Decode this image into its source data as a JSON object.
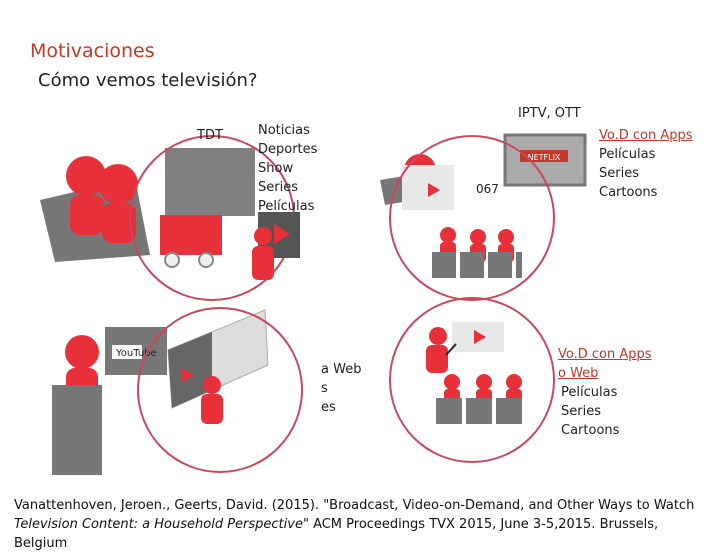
{
  "slide": {
    "title": "Motivaciones",
    "subtitle": "Cómo vemos televisión?"
  },
  "panels": {
    "tdt": {
      "label": "TDT",
      "items": [
        "Noticias",
        "Deportes",
        "Show",
        "Series",
        "Películas"
      ]
    },
    "iptv": {
      "label": "IPTV, OTT",
      "channel_number": "067",
      "brand": "NETFLIX",
      "vod_heading": "Vo.D con Apps",
      "items": [
        "Películas",
        "Series",
        "Cartoons"
      ]
    },
    "web": {
      "heading": "a Web",
      "items": [
        "s",
        "es"
      ],
      "brand": "YouTube"
    },
    "vod_web": {
      "heading_line1": "Vo.D con Apps",
      "heading_line2": "o Web",
      "items": [
        "Películas",
        "Series",
        "Cartoons"
      ]
    }
  },
  "citation": {
    "line1": "Vanattenhoven, Jeroen., Geerts, David. (2015). \"Broadcast, Video-on-Demand, and Other Ways to Watch",
    "line2_italic": "Television Content: a Household Perspective\"",
    "line2_rest": " ACM Proceedings TVX 2015, June 3-5,2015. Brussels, Belgium"
  },
  "colors": {
    "accent": "#e8303a",
    "title": "#c0392b",
    "circle_stroke": "#c9485a",
    "gray": "#777777"
  }
}
